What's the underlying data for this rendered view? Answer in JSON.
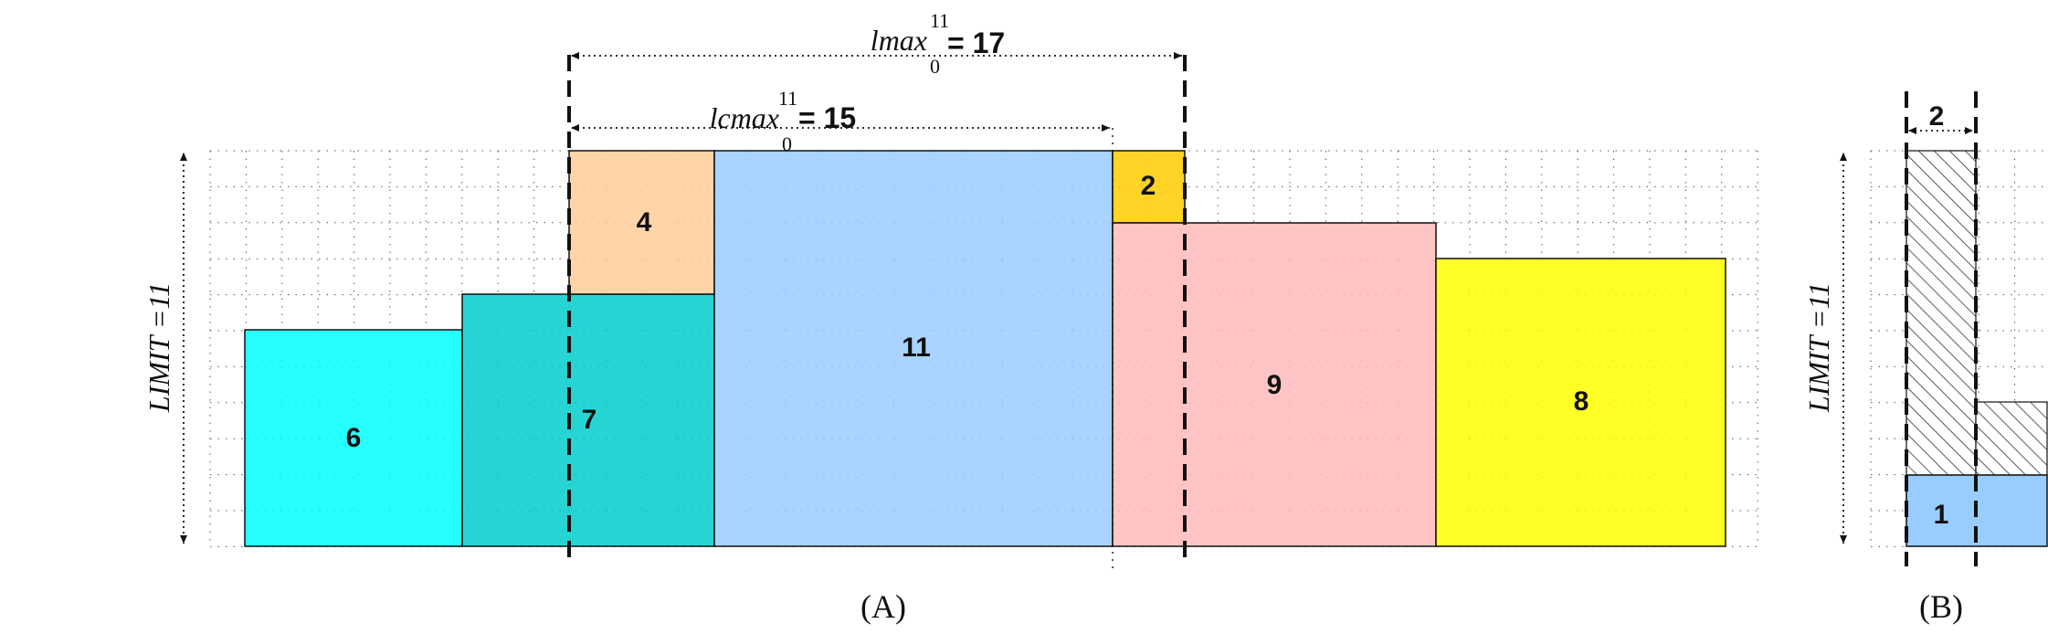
{
  "panel_a": {
    "caption": "(A)",
    "limit_label": "LIMIT =11",
    "blocks": [
      {
        "id": "block-6",
        "label": "6",
        "color": "#00FFFF"
      },
      {
        "id": "block-7",
        "label": "7",
        "color": "#00CCCC"
      },
      {
        "id": "block-4",
        "label": "4",
        "color": "#FFCC99"
      },
      {
        "id": "block-11",
        "label": "11",
        "color": "#99CCFF"
      },
      {
        "id": "block-2",
        "label": "2",
        "color": "#FFCC00"
      },
      {
        "id": "block-9",
        "label": "9",
        "color": "#FFBBBB"
      },
      {
        "id": "block-8",
        "label": "8",
        "color": "#FFFF00"
      }
    ],
    "lmax": {
      "base": "lmax",
      "sup": "11",
      "sub": "0",
      "eq": "= 17"
    },
    "lcmax": {
      "base": "lcmax",
      "sup": "11",
      "sub": "0",
      "eq": "= 15"
    }
  },
  "panel_b": {
    "caption": "(B)",
    "limit_label": "LIMIT =11",
    "width_label": "2",
    "block": {
      "label": "1",
      "color": "#99CCFF"
    }
  }
}
